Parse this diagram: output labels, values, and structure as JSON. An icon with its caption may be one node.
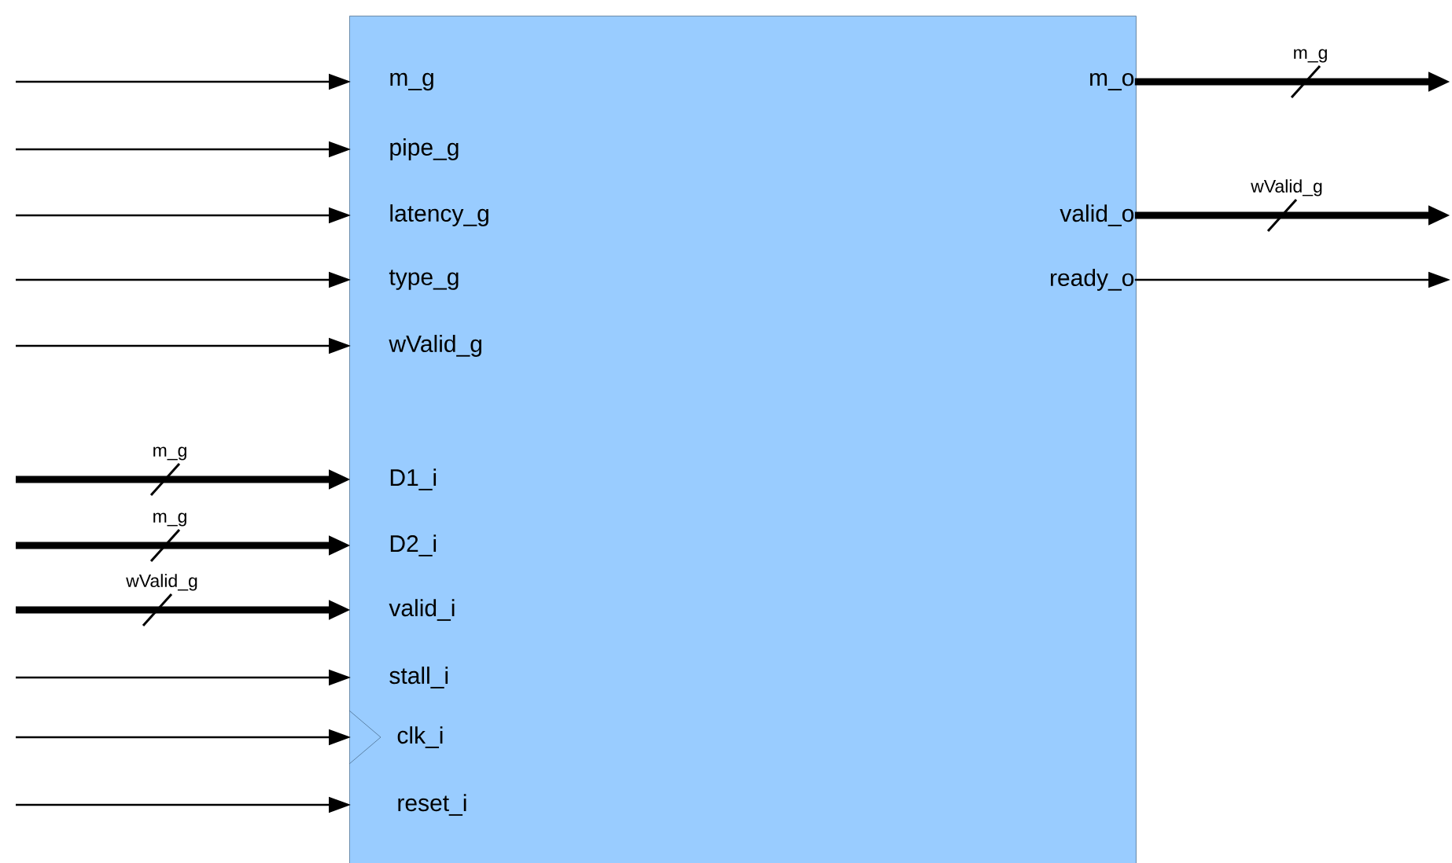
{
  "diagram": {
    "nodes": [
      {
        "text": [],
        "shape": "box"
      },
      {
        "text": [
          "m_g"
        ],
        "in": 0
      },
      {
        "text": [
          "pipe_g"
        ],
        "in": 0
      },
      {
        "text": [
          "latency_g"
        ],
        "in": 0
      },
      {
        "text": [
          "type_g"
        ],
        "in": 0
      },
      {
        "text": [
          "wValid_g"
        ],
        "in": 0
      },
      {
        "text": [
          "D1_i"
        ],
        "in": 0
      },
      {
        "text": [
          "D2_i"
        ],
        "in": 0
      },
      {
        "text": [
          "valid_i"
        ],
        "in": 0
      },
      {
        "text": [
          "stall_i"
        ],
        "in": 0
      },
      {
        "text": [
          "clk_i"
        ],
        "in": 0
      },
      {
        "text": [
          "reset_i"
        ],
        "in": 0
      },
      {
        "text": [
          "m_o"
        ],
        "in": 0
      },
      {
        "text": [
          "valid_o"
        ],
        "in": 0
      },
      {
        "text": [
          "ready_o"
        ],
        "in": 0
      }
    ],
    "edges": [
      {
        "from": null,
        "to": 1,
        "arrow": "to"
      },
      {
        "from": null,
        "to": 2,
        "arrow": "to"
      },
      {
        "from": null,
        "to": 3,
        "arrow": "to"
      },
      {
        "from": null,
        "to": 4,
        "arrow": "to"
      },
      {
        "from": null,
        "to": 5,
        "arrow": "to"
      },
      {
        "from": null,
        "to": 6,
        "arrow": "to",
        "style": "thick",
        "label": "m_g"
      },
      {
        "from": null,
        "to": 7,
        "arrow": "to",
        "style": "thick",
        "label": "m_g"
      },
      {
        "from": null,
        "to": 8,
        "arrow": "to",
        "style": "thick",
        "label": "wValid_g"
      },
      {
        "from": null,
        "to": 9,
        "arrow": "to"
      },
      {
        "from": null,
        "to": 10,
        "arrow": "to"
      },
      {
        "from": null,
        "to": 11,
        "arrow": "to"
      },
      {
        "from": 12,
        "to": null,
        "arrow": "to",
        "style": "thick",
        "label": "m_g"
      },
      {
        "from": 13,
        "to": null,
        "arrow": "to",
        "style": "thick",
        "label": "wValid_g"
      },
      {
        "from": 14,
        "to": null,
        "arrow": "to"
      }
    ]
  }
}
